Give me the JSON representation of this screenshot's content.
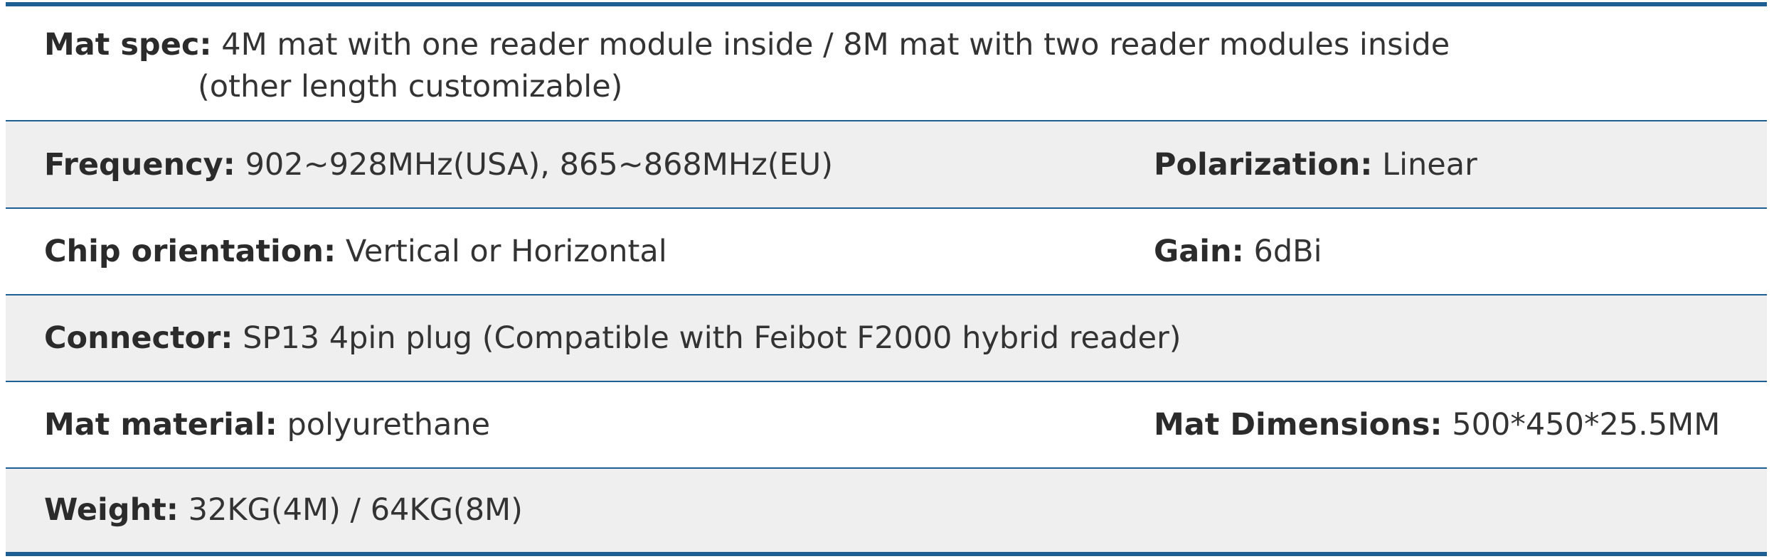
{
  "rows": [
    {
      "left": {
        "label": "Mat spec:",
        "value": "4M mat with one reader module inside / 8M mat with two reader modules inside",
        "value_line2": "(other length customizable)"
      }
    },
    {
      "left": {
        "label": "Frequency:",
        "value": "902~928MHz(USA), 865~868MHz(EU)"
      },
      "right": {
        "label": "Polarization:",
        "value": "Linear"
      }
    },
    {
      "left": {
        "label": "Chip orientation:",
        "value": "Vertical or Horizontal"
      },
      "right": {
        "label": "Gain:",
        "value": "6dBi"
      }
    },
    {
      "left": {
        "label": "Connector:",
        "value": "SP13 4pin plug (Compatible with Feibot F2000 hybrid reader)"
      }
    },
    {
      "left": {
        "label": "Mat material:",
        "value": "polyurethane"
      },
      "right": {
        "label": "Mat Dimensions:",
        "value": "500*450*25.5MM"
      }
    },
    {
      "left": {
        "label": "Weight:",
        "value": "32KG(4M) / 64KG(8M)"
      }
    }
  ],
  "colors": {
    "rule": "#1d5f93",
    "shaded_row": "#efefef",
    "text": "#2b2b2b"
  }
}
